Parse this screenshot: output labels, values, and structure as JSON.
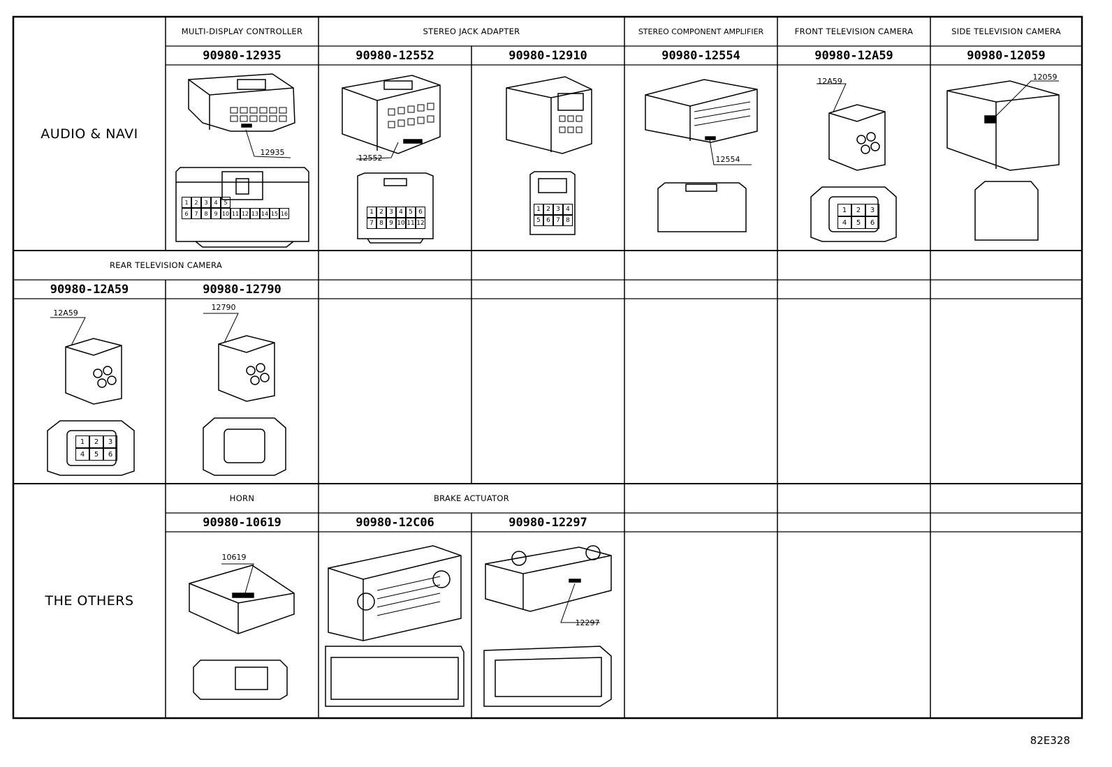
{
  "rows": {
    "audio_navi": "AUDIO & NAVI",
    "the_others": "THE OTHERS"
  },
  "sections": {
    "multi_display": "MULTI-DISPLAY CONTROLLER",
    "stereo_jack": "STEREO JACK ADAPTER",
    "stereo_amp": "STEREO COMPONENT AMPLIFIER",
    "front_camera": "FRONT TELEVISION CAMERA",
    "side_camera": "SIDE TELEVISION CAMERA",
    "rear_camera": "REAR TELEVISION CAMERA",
    "horn": "HORN",
    "brake_actuator": "BRAKE ACTUATOR"
  },
  "parts": {
    "p12935": "90980-12935",
    "p12552": "90980-12552",
    "p12910": "90980-12910",
    "p12554": "90980-12554",
    "p12A59a": "90980-12A59",
    "p12059": "90980-12059",
    "p12A59b": "90980-12A59",
    "p12790": "90980-12790",
    "p10619": "90980-10619",
    "p12C06": "90980-12C06",
    "p12297": "90980-12297"
  },
  "labels": {
    "l12935": "12935",
    "l12552": "12552",
    "l12554": "12554",
    "l12A59a": "12A59",
    "l12059": "12059",
    "l12A59b": "12A59",
    "l12790": "12790",
    "l10619": "10619",
    "l12297": "12297"
  },
  "pins": {
    "p12935_top": [
      "1",
      "2",
      "3",
      "4",
      "5"
    ],
    "p12935_bottom": [
      "6",
      "7",
      "8",
      "9",
      "10",
      "11",
      "12",
      "13",
      "14",
      "15",
      "16"
    ],
    "p12552": [
      "1",
      "2",
      "3",
      "4",
      "5",
      "6",
      "7",
      "8",
      "9",
      "10",
      "11",
      "12"
    ],
    "p12910": [
      "1",
      "2",
      "3",
      "4",
      "5",
      "6",
      "7",
      "8"
    ],
    "cam6": [
      "1",
      "2",
      "3",
      "4",
      "5",
      "6"
    ]
  },
  "figure_code": "82E328"
}
